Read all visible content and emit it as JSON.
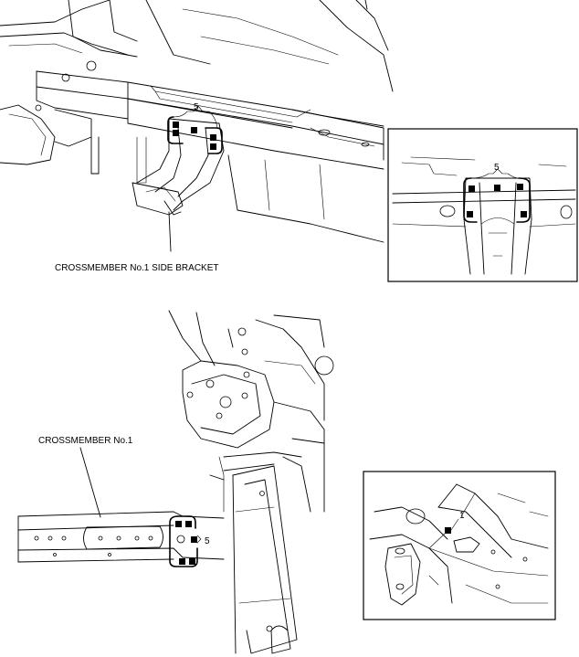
{
  "labels": {
    "side_bracket": "CROSSMEMBER No.1 SIDE BRACKET",
    "crossmember": "CROSSMEMBER No.1"
  },
  "callouts": {
    "top_main": "5",
    "top_detail": "5",
    "bottom_main": "5",
    "bottom_detail": "1"
  },
  "colors": {
    "line": "#000000",
    "background": "#ffffff"
  }
}
